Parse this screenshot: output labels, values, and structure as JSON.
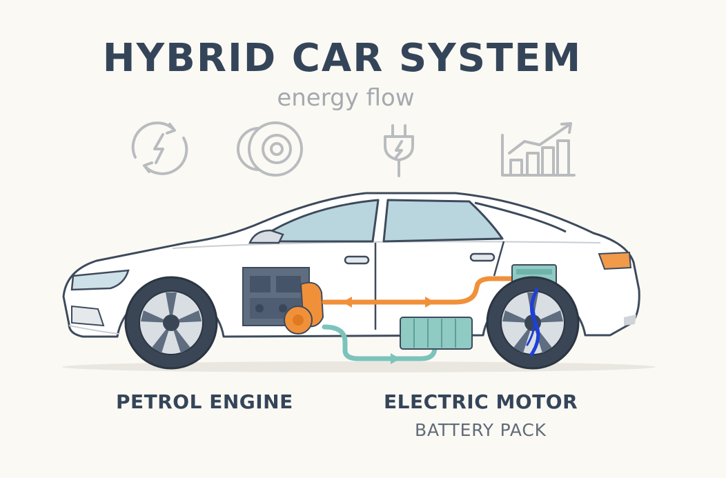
{
  "title": "HYBRID CAR SYSTEM",
  "subtitle": "energy flow",
  "icons": [
    "regen-charge-icon",
    "brake-disc-icon",
    "plug-icon",
    "bar-chart-growth-icon"
  ],
  "labels": {
    "engine": "PETROL ENGINE",
    "motor": "ELECTRIC MOTOR",
    "battery": "BATTERY PACK"
  },
  "colors": {
    "text_dark": "#354559",
    "icon_gray": "#b9bcbf",
    "engine_orange": "#f0913a",
    "battery_teal": "#6fb7b0",
    "motor_blue": "#1f3fd6",
    "car_body": "#ffffff"
  }
}
